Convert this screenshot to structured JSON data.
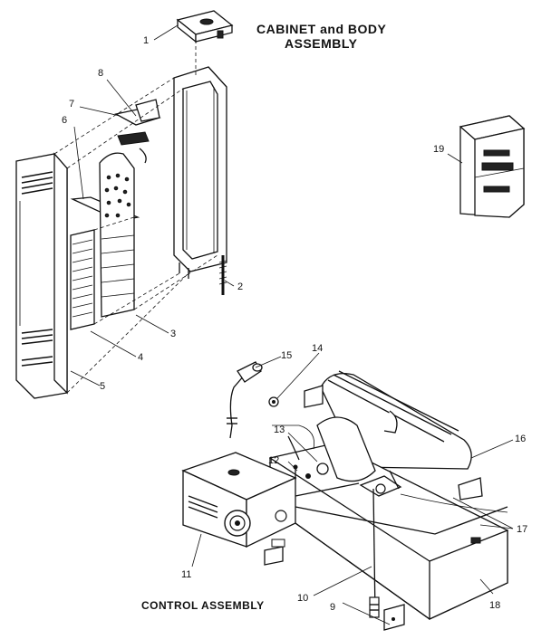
{
  "titles": {
    "cabinet_line1": "CABINET and BODY",
    "cabinet_line2": "ASSEMBLY",
    "control": "CONTROL ASSEMBLY"
  },
  "callouts": {
    "c1": "1",
    "c2": "2",
    "c3": "3",
    "c4": "4",
    "c5": "5",
    "c6": "6",
    "c7": "7",
    "c8": "8",
    "c9": "9",
    "c10": "10",
    "c11": "11",
    "c12": "12",
    "c13": "13",
    "c14": "14",
    "c15": "15",
    "c16": "16",
    "c17": "17",
    "c18": "18",
    "c19": "19"
  }
}
